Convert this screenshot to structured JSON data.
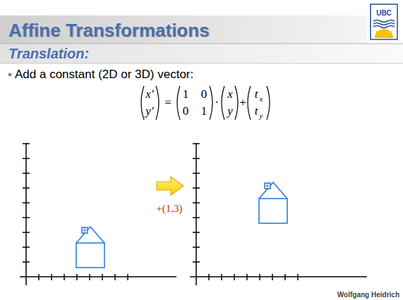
{
  "diagram": {
    "title": "Affine Transformations",
    "labels": [
      "UBC",
      "Translation:",
      "Add a constant (2D or 3D) vector:",
      "x′",
      "y′",
      "=",
      "1",
      "0",
      "0",
      "1",
      "·",
      "x",
      "y",
      "+",
      "t",
      "x",
      "t",
      "y",
      "+(1,3)",
      "Wolfgang Heidrich"
    ]
  }
}
